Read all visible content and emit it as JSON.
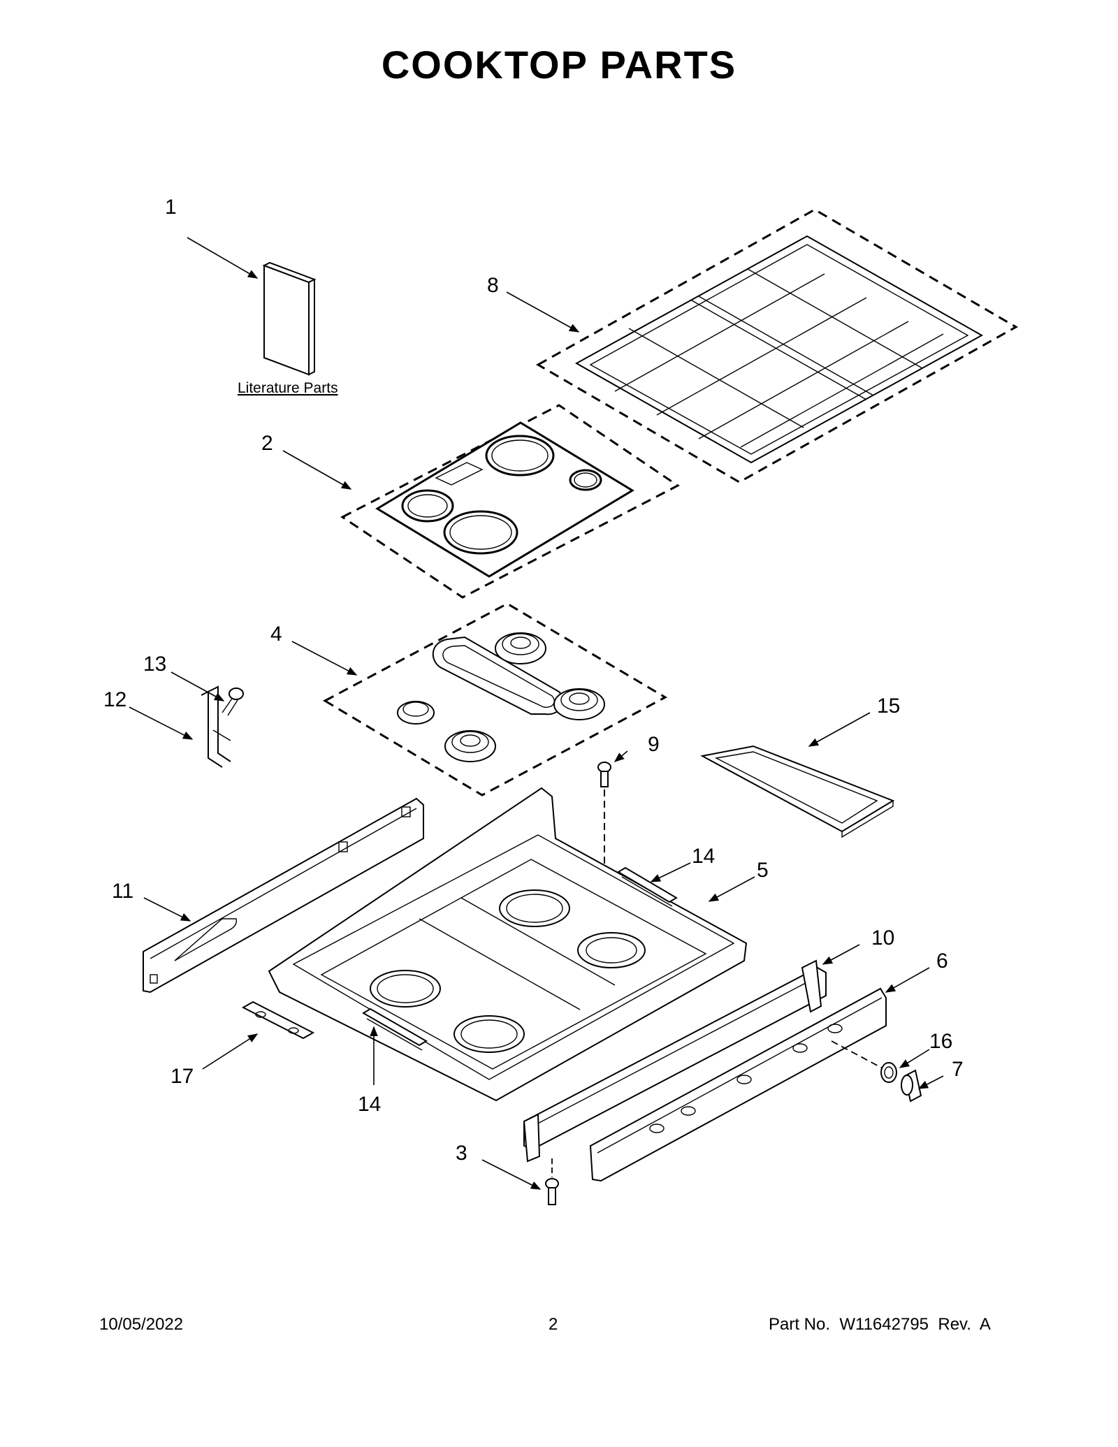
{
  "title": "COOKTOP PARTS",
  "literature_label": "Literature Parts",
  "callouts": {
    "c1": "1",
    "c2": "2",
    "c3": "3",
    "c4": "4",
    "c5": "5",
    "c6": "6",
    "c7": "7",
    "c8": "8",
    "c9": "9",
    "c10": "10",
    "c11": "11",
    "c12": "12",
    "c13": "13",
    "c14a": "14",
    "c14b": "14",
    "c15": "15",
    "c16": "16",
    "c17": "17"
  },
  "footer": {
    "date": "10/05/2022",
    "page": "2",
    "part_no": "Part No.  W11642795  Rev.  A"
  }
}
